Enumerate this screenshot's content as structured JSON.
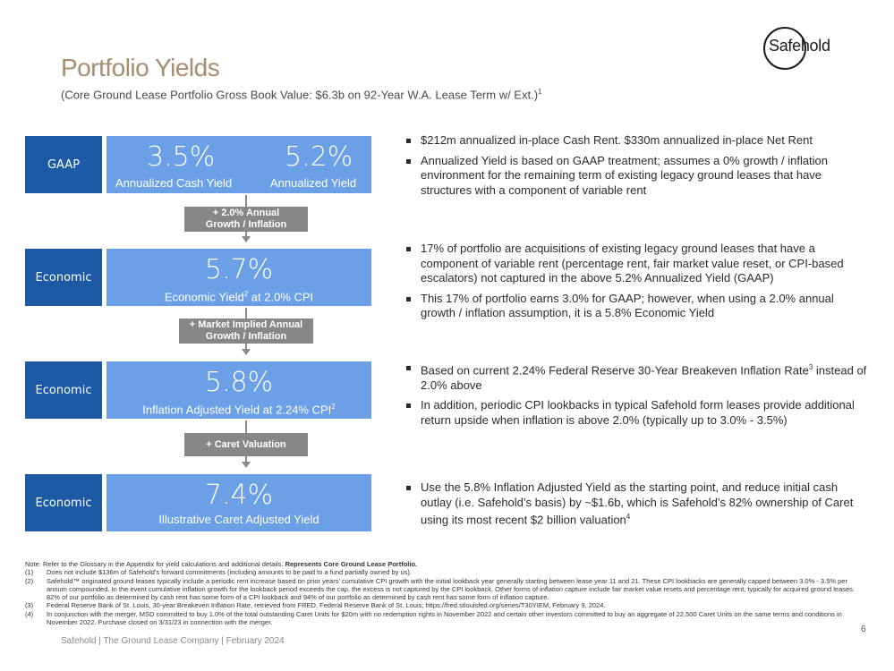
{
  "logo": {
    "text": "Safehold"
  },
  "title": "Portfolio Yields",
  "subtitle": "(Core Ground Lease Portfolio Gross Book Value: $6.3b on 92-Year W.A. Lease Term w/ Ext.)",
  "subtitle_sup": "1",
  "rows": [
    {
      "label": "GAAP",
      "values": [
        {
          "value": "3.5%",
          "caption": "Annualized Cash Yield"
        },
        {
          "value": "5.2%",
          "caption": "Annualized Yield"
        }
      ],
      "bullets": [
        {
          "text": "$212m annualized in-place Cash Rent. $330m annualized in-place Net Rent"
        },
        {
          "text": "Annualized Yield is based on GAAP treatment; assumes a 0% growth / inflation environment for the remaining term of existing legacy ground leases that have structures with a component of variable rent"
        }
      ]
    },
    {
      "label": "Economic",
      "value": "5.7%",
      "caption_pre": "Economic Yield",
      "caption_sup": "2",
      "caption_post": " at 2.0% CPI",
      "bullets": [
        {
          "text": "17% of portfolio are acquisitions of existing legacy ground leases that have a component of variable rent (percentage rent, fair market value reset, or CPI-based escalators) not captured in the above 5.2% Annualized Yield (GAAP)"
        },
        {
          "text": "This 17% of portfolio earns 3.0% for GAAP; however, when using a 2.0% annual growth / inflation assumption, it is a 5.8% Economic Yield"
        }
      ]
    },
    {
      "label": "Economic",
      "value": "5.8%",
      "caption_pre": "Inflation Adjusted Yield at 2.24% CPI",
      "caption_sup": "2",
      "caption_post": "",
      "bullets": [
        {
          "text": "Based on current 2.24% Federal Reserve 30-Year Breakeven Inflation Rate",
          "sup": "3",
          "text2": " instead of 2.0% above"
        },
        {
          "text": "In addition, periodic CPI lookbacks in typical Safehold form leases provide additional return upside when inflation is above 2.0% (typically up to 3.0% - 3.5%)"
        }
      ]
    },
    {
      "label": "Economic",
      "value": "7.4%",
      "caption_pre": "Illustrative Caret Adjusted Yield",
      "caption_sup": "",
      "caption_post": "",
      "bullets": [
        {
          "text": "Use the 5.8% Inflation Adjusted Yield as the starting point, and reduce initial cash outlay (i.e. Safehold’s basis) by ~$1.6b, which is Safehold’s 82% ownership of Caret using its most recent $2 billion valuation",
          "sup": "4"
        }
      ]
    }
  ],
  "connectors": [
    {
      "line1": "+ 2.0% Annual",
      "line2": "Growth / Inflation"
    },
    {
      "line1": "+ Market Implied Annual",
      "line2": "Growth / Inflation"
    },
    {
      "line1": "+ Caret Valuation",
      "line2": ""
    }
  ],
  "notes": {
    "intro": "Note: Refer to the Glossary in the Appendix for yield calculations and additional details. ",
    "intro_bold": "Represents Core Ground Lease Portfolio.",
    "items": [
      {
        "num": "(1)",
        "text": "Does not include $136m of Safehold’s forward commitments (including amounts to be paid to a fund partially owned by us)."
      },
      {
        "num": "(2)",
        "text": "Safehold™ originated ground leases typically include a periodic rent increase based on prior years’ cumulative CPI growth with the initial lookback year generally starting between lease year 11 and 21. These CPI lookbacks are generally capped between 3.0% - 3.5% per annum compounded. In the event cumulative inflation growth for the lookback period exceeds the cap, the excess is not captured by the CPI lookback. Other forms of inflation capture include fair market value resets and percentage rent, typically for acquired ground leases. 82% of our portfolio as determined by cash rent has some form of a CPI lookback and 94% of our portfolio as determined by cash rent has some form of inflation capture."
      },
      {
        "num": "(3)",
        "text": "Federal Reserve Bank of St. Louis, 30-year Breakeven Inflation Rate, retrieved from FRED, Federal Reserve Bank of St. Louis; https://fred.stlouisfed.org/series/T30YIEM, February 9, 2024."
      },
      {
        "num": "(4)",
        "text": "In conjunction with the merger, MSD committed to buy 1.0% of the total outstanding Caret Units for $20m with no redemption rights in November 2022 and certain other investors committed to buy an aggregate of 22,500 Caret Units on the same terms and conditions in November 2022. Purchase closed on 3/31/23 in connection with the merger."
      }
    ]
  },
  "footer": "Safehold | The Ground Lease Company | February 2024",
  "page_number": "6",
  "colors": {
    "label_bg": "#1c5aa6",
    "box_bg": "#6b9fe6",
    "pill_bg": "#878787",
    "title": "#a88c6e"
  }
}
